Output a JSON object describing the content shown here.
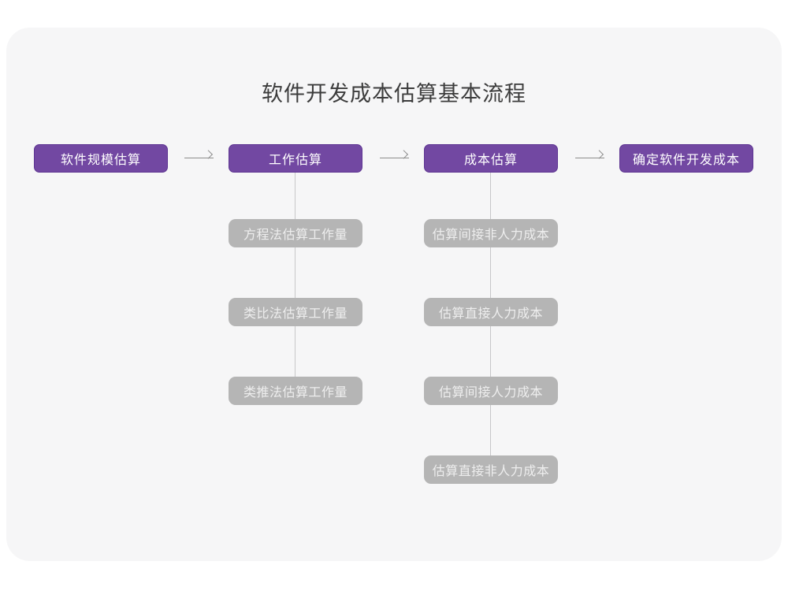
{
  "diagram": {
    "title": "软件开发成本估算基本流程",
    "flow": [
      {
        "label": "软件规模估算",
        "children": []
      },
      {
        "label": "工作估算",
        "children": [
          "方程法估算工作量",
          "类比法估算工作量",
          "类推法估算工作量"
        ]
      },
      {
        "label": "成本估算",
        "children": [
          "估算间接非人力成本",
          "估算直接人力成本",
          "估算间接人力成本",
          "估算直接非人力成本"
        ]
      },
      {
        "label": "确定软件开发成本",
        "children": []
      }
    ],
    "colors": {
      "canvas_background": "#f6f6f7",
      "page_background": "#ffffff",
      "main_node_fill": "#7248a2",
      "main_node_border": "#5e3592",
      "main_node_text": "#ffffff",
      "sub_node_fill": "#b5b5b5",
      "sub_node_text": "#eeeeee",
      "arrow": "#8c8c8c",
      "connector_line": "#c7c7c9",
      "title_text": "#3c3c3c"
    }
  }
}
